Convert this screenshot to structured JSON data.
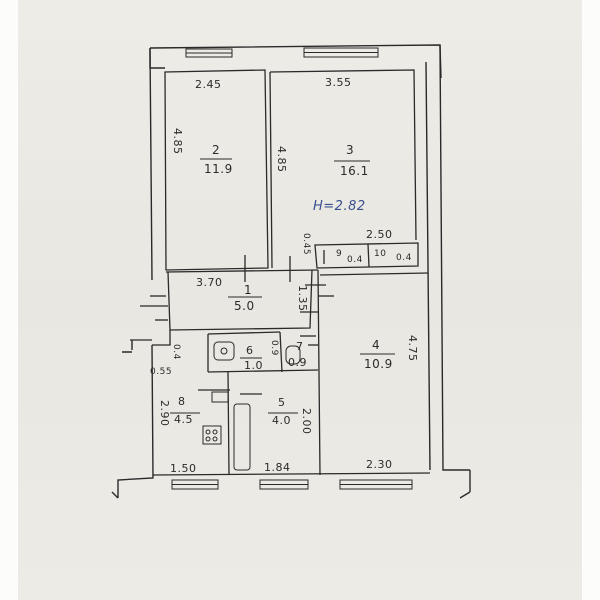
{
  "floor_plan": {
    "height_note": "H=2.82",
    "rooms": [
      {
        "number": "1",
        "area": "5.0"
      },
      {
        "number": "2",
        "area": "11.9"
      },
      {
        "number": "3",
        "area": "16.1"
      },
      {
        "number": "4",
        "area": "10.9"
      },
      {
        "number": "5",
        "area": "4.0"
      },
      {
        "number": "6",
        "area": "1.0"
      },
      {
        "number": "7",
        "area": "0.9"
      },
      {
        "number": "8",
        "area": "4.5"
      },
      {
        "number": "9",
        "area": "0.4"
      },
      {
        "number": "10",
        "area": "0.4"
      }
    ],
    "dimensions": {
      "room2_width": "2.45",
      "room2_length": "4.85",
      "room3_width": "3.55",
      "room3_length": "4.85",
      "closets_width": "2.50",
      "closet_depth": "0.45",
      "hall_width": "3.70",
      "hall_depth": "1.35",
      "room4_length": "4.75",
      "room4_width": "2.30",
      "room8_width": "1.50",
      "room8_length": "2.90",
      "room5_width": "1.84",
      "room5_length": "2.00",
      "wall_note": "0.55",
      "wall_note_2": "0.4",
      "fixture_note": "0.9"
    }
  }
}
